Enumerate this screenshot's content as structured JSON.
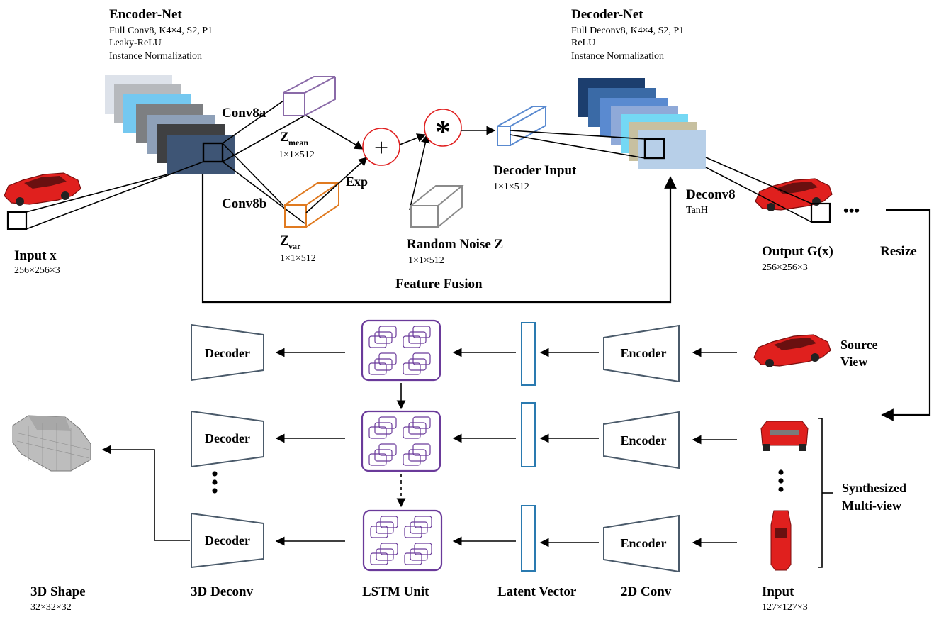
{
  "encoder_net": {
    "title": "Encoder-Net",
    "line1": "Full Conv8, K4×4, S2, P1",
    "line2": "Leaky-ReLU",
    "line3": "Instance Normalization"
  },
  "decoder_net": {
    "title": "Decoder-Net",
    "line1": "Full Deconv8, K4×4, S2, P1",
    "line2": "ReLU",
    "line3": "Instance Normalization"
  },
  "labels": {
    "conv8a": "Conv8a",
    "conv8b": "Conv8b",
    "z_letter": "Z",
    "z_mean_sub": "mean",
    "z_mean_dim": "1×1×512",
    "z_var_sub": "var",
    "z_var_dim": "1×1×512",
    "exp": "Exp",
    "plus": "+",
    "multiply": "*",
    "decoder_input": "Decoder Input",
    "decoder_input_dim": "1×1×512",
    "random_noise": "Random Noise Z",
    "random_noise_dim": "1×1×512",
    "feature_fusion": "Feature Fusion",
    "deconv8": "Deconv8",
    "tanh": "TanH",
    "input_x": "Input x",
    "input_x_dim": "256×256×3",
    "output_gx": "Output G(x)",
    "output_gx_dim": "256×256×3",
    "ellipsis_h": "•••",
    "resize": "Resize"
  },
  "bottom": {
    "decoder": "Decoder",
    "encoder": "Encoder",
    "source_view_1": "Source",
    "source_view_2": "View",
    "synth_1": "Synthesized",
    "synth_2": "Multi-view",
    "shape_3d": "3D Shape",
    "shape_3d_dim": "32×32×32",
    "deconv_3d": "3D Deconv",
    "lstm_unit": "LSTM  Unit",
    "latent_vector": "Latent Vector",
    "conv_2d": "2D Conv",
    "input": "Input",
    "input_dim": "127×127×3"
  },
  "colors": {
    "car_red": "#e0201e",
    "z_mean_box": "#8a6aa8",
    "z_var_box": "#e07a20",
    "decoder_input_box": "#5a8ad0",
    "noise_box": "#8a8a8a",
    "plus_ring": "#e02020",
    "lstm_border": "#6a3a9a",
    "latent_border": "#2a7ab0",
    "block_border": "#4a5a6a"
  },
  "icons": {
    "car": "red-car-render",
    "shape": "voxel-car-shape",
    "lstm": "lstm-grid-cells"
  }
}
